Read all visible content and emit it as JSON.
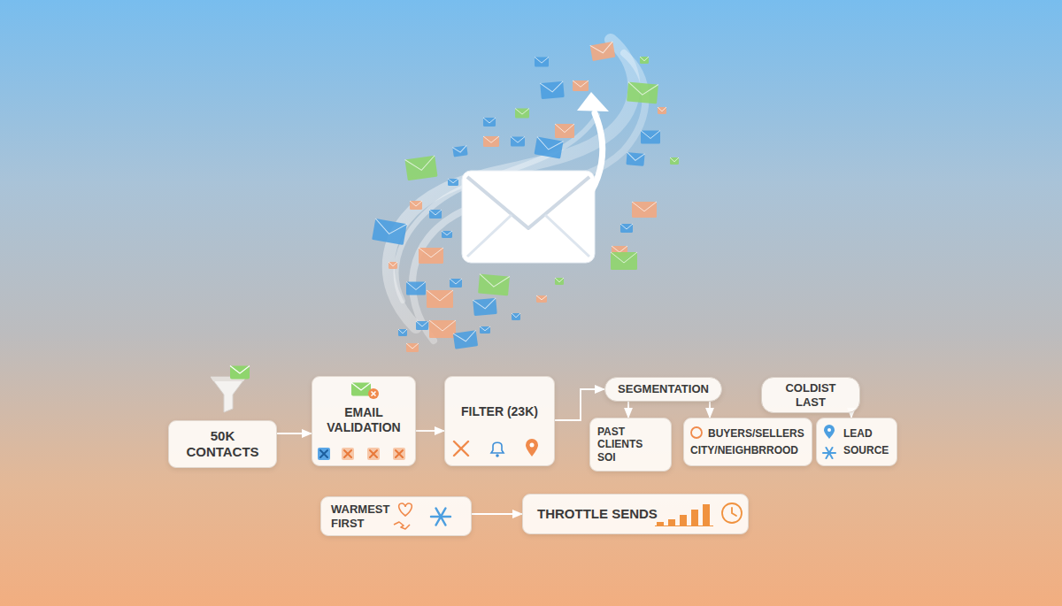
{
  "diagram": {
    "nodes": [
      {
        "text": [
          "50K CONTACTS"
        ]
      },
      {
        "text": [
          "EMAIL VALIDATION"
        ]
      },
      {
        "text": [
          "FILTER (23K)"
        ]
      },
      {
        "text": [
          "SEGMENTATION"
        ]
      },
      {
        "text": [
          "PAST CLIENTS",
          "SOI"
        ]
      },
      {
        "text": [
          "BUYERS/SELLERS",
          "CITY/NEIGHBRROOD"
        ]
      },
      {
        "text": [
          "COLDIST LAST"
        ]
      },
      {
        "text": [
          "LEAD",
          "SOURCE"
        ]
      },
      {
        "text": [
          "WARMEST FIRST"
        ]
      },
      {
        "text": [
          "THROTTLE SENDS"
        ]
      }
    ],
    "edges": [
      {
        "from": 0,
        "to": 1,
        "arrow": "to"
      },
      {
        "from": 1,
        "to": 2,
        "arrow": "to"
      },
      {
        "from": 2,
        "to": 3,
        "arrow": "to"
      },
      {
        "from": 3,
        "to": 4,
        "arrow": "to"
      },
      {
        "from": 3,
        "to": 5,
        "arrow": "to"
      },
      {
        "from": 6,
        "to": 7,
        "arrow": "to"
      },
      {
        "from": 8,
        "to": 9,
        "arrow": "to"
      }
    ]
  }
}
